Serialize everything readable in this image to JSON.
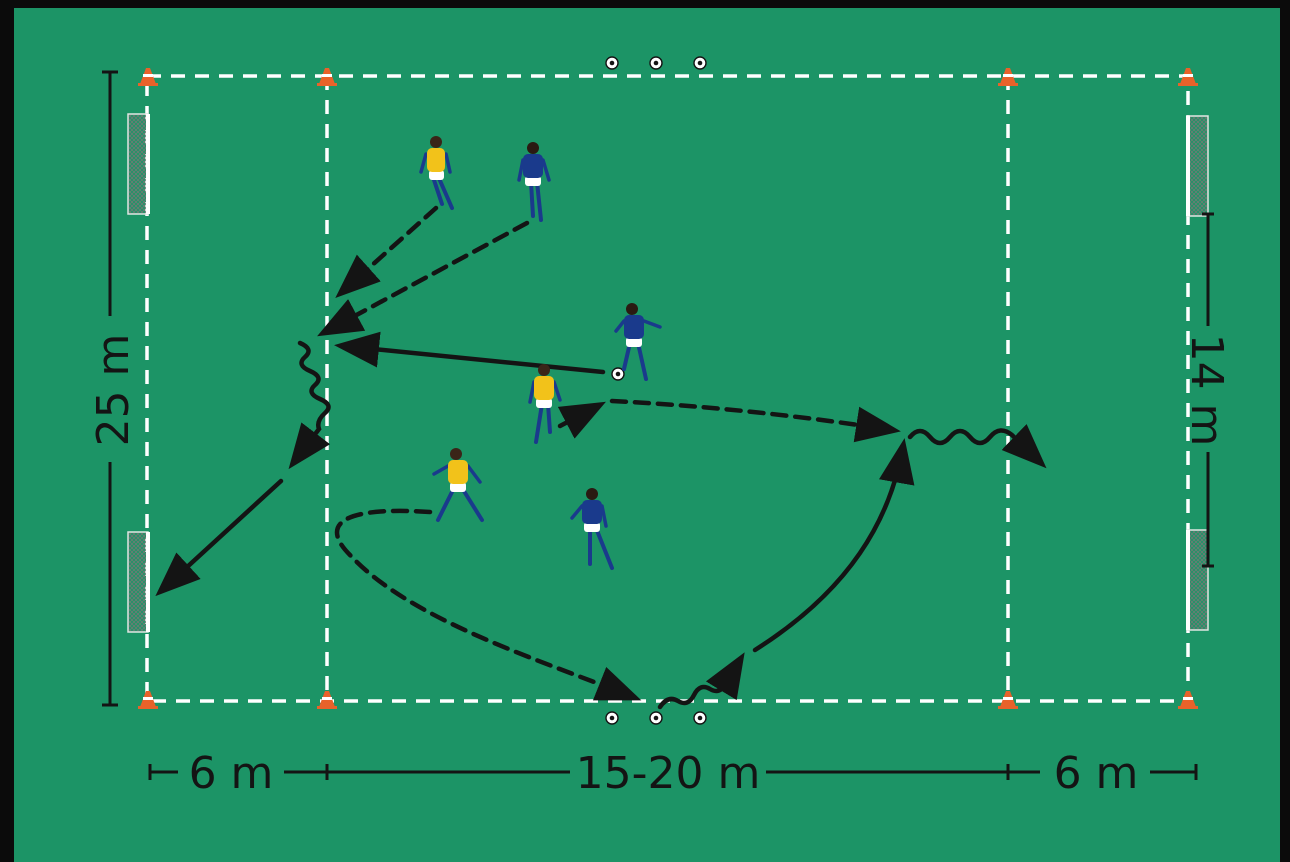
{
  "colors": {
    "field": "#1c9466",
    "frame": "#0b0b0b",
    "line_white": "#ffffff",
    "ink": "#141414",
    "team_blue": "#1a3a8c",
    "team_yellow": "#f2c21a",
    "cone": "#e8622a"
  },
  "dimensions": {
    "height_label": "25 m",
    "goal_spacing_label": "14 m",
    "left_zone_label": "6 m",
    "center_zone_label": "15-20 m",
    "right_zone_label": "6 m"
  },
  "legend_icons": [
    "cone-icon",
    "ball-icon",
    "goal-icon",
    "player-icon",
    "arrow-icon"
  ]
}
